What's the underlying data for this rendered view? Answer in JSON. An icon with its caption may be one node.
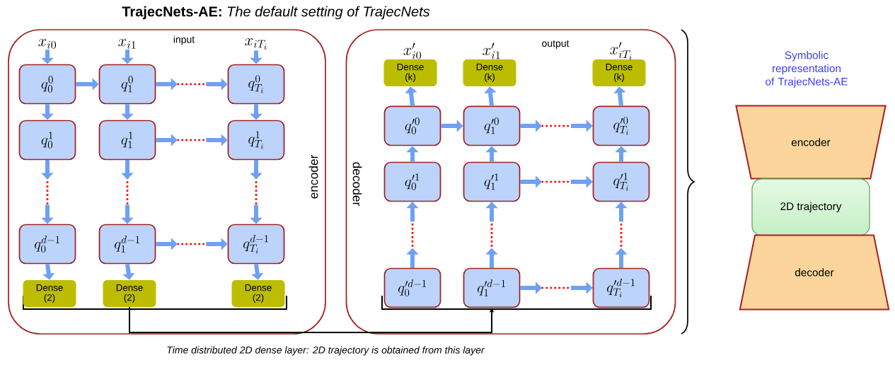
{
  "diagram": {
    "title": "**TrajecNets-AE:** *The default setting of TrajecNets*",
    "caption": "Time distributed 2D dense layer: 2D trajectory is obtained from this layer",
    "nodes": [
      {
        "text": [
          "encoder"
        ]
      },
      {
        "text": [
          "x_{i0}"
        ],
        "in": 0
      },
      {
        "text": [
          "x_{i1}"
        ],
        "in": 0
      },
      {
        "text": [
          "x_{iT_i}"
        ],
        "in": 0
      },
      {
        "text": [
          "q_{0}^{0}"
        ],
        "in": 0
      },
      {
        "text": [
          "q_{1}^{0}"
        ],
        "in": 0
      },
      {
        "text": [
          "q_{T_i}^{0}"
        ],
        "in": 0
      },
      {
        "text": [
          "q_{0}^{1}"
        ],
        "in": 0
      },
      {
        "text": [
          "q_{1}^{1}"
        ],
        "in": 0
      },
      {
        "text": [
          "q_{T_i}^{1}"
        ],
        "in": 0
      },
      {
        "text": [
          "q_{0}^{d-1}"
        ],
        "in": 0
      },
      {
        "text": [
          "q_{1}^{d-1}"
        ],
        "in": 0
      },
      {
        "text": [
          "q_{T_i}^{d-1}"
        ],
        "in": 0
      },
      {
        "text": [
          "Dense (2)"
        ],
        "in": 0
      },
      {
        "text": [
          "Dense (2)"
        ],
        "in": 0
      },
      {
        "text": [
          "Dense (2)"
        ],
        "in": 0
      },
      {
        "text": [
          "decoder"
        ]
      },
      {
        "text": [
          "Dense (k)"
        ],
        "in": 16
      },
      {
        "text": [
          "Dense (k)"
        ],
        "in": 16
      },
      {
        "text": [
          "Dense (k)"
        ],
        "in": 16
      },
      {
        "text": [
          "q'^{0}_{0}"
        ],
        "in": 16
      },
      {
        "text": [
          "q'^{0}_{1}"
        ],
        "in": 16
      },
      {
        "text": [
          "q'^{0}_{T_i}"
        ],
        "in": 16
      },
      {
        "text": [
          "q'^{1}_{0}"
        ],
        "in": 16
      },
      {
        "text": [
          "q'^{1}_{1}"
        ],
        "in": 16
      },
      {
        "text": [
          "q'^{1}_{T_i}"
        ],
        "in": 16
      },
      {
        "text": [
          "q'^{d-1}_{0}"
        ],
        "in": 16
      },
      {
        "text": [
          "q'^{d-1}_{1}"
        ],
        "in": 16
      },
      {
        "text": [
          "q'^{d-1}_{T_i}"
        ],
        "in": 16
      },
      {
        "text": [
          "encoder"
        ]
      },
      {
        "text": [
          "2D trajectory"
        ]
      },
      {
        "text": [
          "decoder"
        ]
      }
    ],
    "edges": [
      {
        "from": 1,
        "to": 4,
        "arrow": "to"
      },
      {
        "from": 2,
        "to": 5,
        "arrow": "to"
      },
      {
        "from": 3,
        "to": 6,
        "arrow": "to"
      },
      {
        "from": 4,
        "to": 5,
        "arrow": "to"
      },
      {
        "from": 5,
        "to": 6,
        "arrow": "to",
        "style": "dashed",
        "color": "#ff0000"
      },
      {
        "from": 4,
        "to": 7,
        "arrow": "to"
      },
      {
        "from": 5,
        "to": 8,
        "arrow": "to"
      },
      {
        "from": 6,
        "to": 9,
        "arrow": "to"
      },
      {
        "from": 8,
        "to": 9,
        "arrow": "to",
        "style": "dashed",
        "color": "#ff0000"
      },
      {
        "from": 7,
        "to": 10,
        "arrow": "to",
        "style": "dashed",
        "color": "#ff0000"
      },
      {
        "from": 8,
        "to": 11,
        "arrow": "to",
        "style": "dashed",
        "color": "#ff0000"
      },
      {
        "from": 9,
        "to": 12,
        "arrow": "to",
        "style": "dashed",
        "color": "#ff0000"
      },
      {
        "from": 11,
        "to": 12,
        "arrow": "to",
        "style": "dashed",
        "color": "#ff0000"
      },
      {
        "from": 10,
        "to": 13,
        "arrow": "to"
      },
      {
        "from": 11,
        "to": 14,
        "arrow": "to"
      },
      {
        "from": 12,
        "to": 15,
        "arrow": "to"
      },
      {
        "from": 20,
        "to": 17,
        "arrow": "to"
      },
      {
        "from": 21,
        "to": 18,
        "arrow": "to"
      },
      {
        "from": 22,
        "to": 19,
        "arrow": "to"
      },
      {
        "from": 20,
        "to": 21,
        "arrow": "to"
      },
      {
        "from": 21,
        "to": 22,
        "arrow": "to",
        "style": "dashed",
        "color": "#ff0000"
      },
      {
        "from": 23,
        "to": 20,
        "arrow": "to"
      },
      {
        "from": 24,
        "to": 21,
        "arrow": "to"
      },
      {
        "from": 25,
        "to": 22,
        "arrow": "to"
      },
      {
        "from": 24,
        "to": 25,
        "arrow": "to",
        "style": "dashed",
        "color": "#ff0000"
      },
      {
        "from": 26,
        "to": 23,
        "arrow": "to",
        "style": "dashed",
        "color": "#ff0000"
      },
      {
        "from": 27,
        "to": 24,
        "arrow": "to",
        "style": "dashed",
        "color": "#ff0000"
      },
      {
        "from": 28,
        "to": 25,
        "arrow": "to",
        "style": "dashed",
        "color": "#ff0000"
      },
      {
        "from": 27,
        "to": 28,
        "arrow": "to",
        "style": "dashed",
        "color": "#ff0000"
      },
      {
        "from": 14,
        "to": 27,
        "arrow": "to",
        "color": "#000000"
      }
    ],
    "labels": [
      "input",
      "output",
      "x'_{i0}",
      "x'_{i1}",
      "x'_{iT_i}",
      "Symbolic representation of TrajecNets-AE"
    ]
  }
}
